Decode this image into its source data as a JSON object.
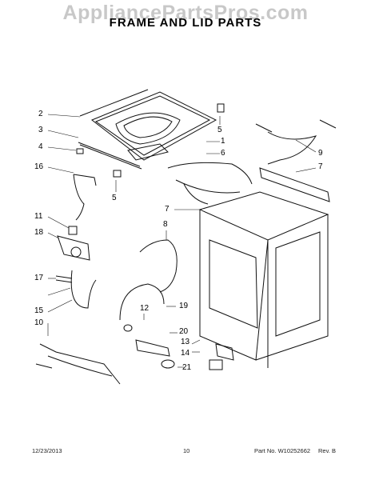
{
  "watermark": "AppliancePartsPros.com",
  "title": "FRAME AND LID PARTS",
  "footer": {
    "date": "12/23/2013",
    "page": "10",
    "part_no": "Part No. W10252662",
    "rev": "Rev. B"
  },
  "callouts": [
    "2",
    "3",
    "4",
    "16",
    "11",
    "18",
    "17",
    "15",
    "10",
    "5",
    "1",
    "6",
    "5",
    "9",
    "7",
    "7",
    "8",
    "12",
    "19",
    "20",
    "13",
    "14",
    "21"
  ]
}
